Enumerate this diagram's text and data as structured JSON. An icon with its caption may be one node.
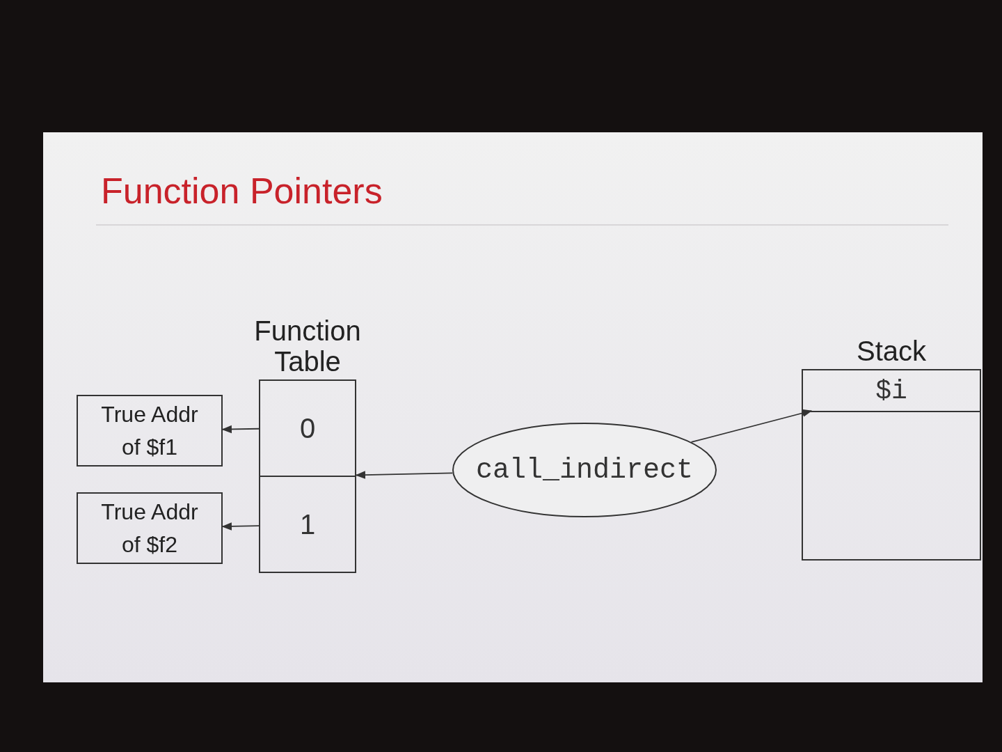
{
  "diagram": {
    "title": "Function Pointers",
    "nodes": [
      {
        "text": [
          "Function Table"
        ]
      },
      {
        "text": [
          "0"
        ],
        "in": 0
      },
      {
        "text": [
          "1"
        ],
        "in": 0
      },
      {
        "text": [
          "True Addr of $f1"
        ]
      },
      {
        "text": [
          "True Addr of $f2"
        ]
      },
      {
        "text": [
          "call_indirect"
        ]
      },
      {
        "text": [
          "Stack"
        ]
      },
      {
        "text": [
          "$i"
        ],
        "in": 6
      }
    ],
    "edges": [
      {
        "from": 1,
        "to": 3,
        "arrow": "to"
      },
      {
        "from": 2,
        "to": 4,
        "arrow": "to"
      },
      {
        "from": 5,
        "to": 0,
        "arrow": "to"
      },
      {
        "from": 5,
        "to": 7,
        "arrow": "to"
      }
    ]
  }
}
